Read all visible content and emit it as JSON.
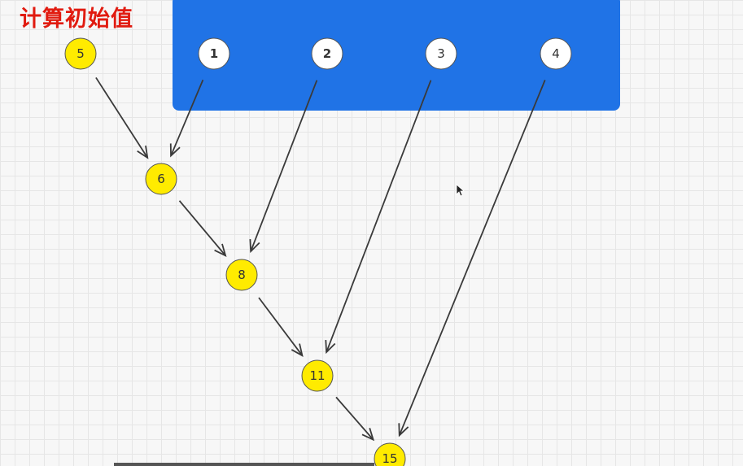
{
  "title": "计算初始值",
  "colors": {
    "title": "#e11b10",
    "panel": "#2073e6",
    "input_node_fill": "#ffffff",
    "sum_node_fill": "#ffeb00",
    "node_stroke": "#555555",
    "arrow": "#3a3a3a"
  },
  "input_nodes": [
    {
      "id": "in1",
      "label": "1"
    },
    {
      "id": "in2",
      "label": "2"
    },
    {
      "id": "in3",
      "label": "3"
    },
    {
      "id": "in4",
      "label": "4"
    }
  ],
  "sum_nodes": [
    {
      "id": "s0",
      "label": "5"
    },
    {
      "id": "s1",
      "label": "6"
    },
    {
      "id": "s2",
      "label": "8"
    },
    {
      "id": "s3",
      "label": "11"
    },
    {
      "id": "s4",
      "label": "15"
    }
  ],
  "edges": [
    {
      "from": "s0",
      "to": "s1"
    },
    {
      "from": "in1",
      "to": "s1"
    },
    {
      "from": "s1",
      "to": "s2"
    },
    {
      "from": "in2",
      "to": "s2"
    },
    {
      "from": "s2",
      "to": "s3"
    },
    {
      "from": "in3",
      "to": "s3"
    },
    {
      "from": "s3",
      "to": "s4"
    },
    {
      "from": "in4",
      "to": "s4"
    }
  ],
  "icons": {
    "cursor": "mouse-cursor-icon"
  }
}
